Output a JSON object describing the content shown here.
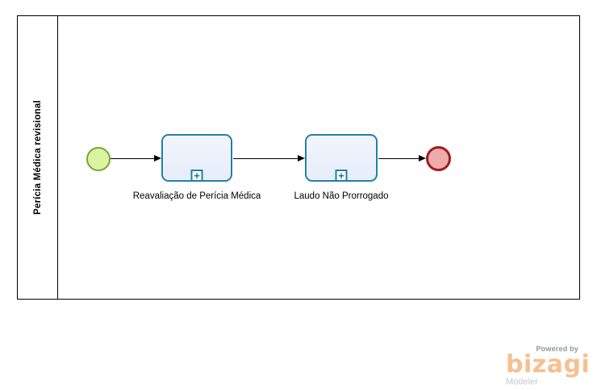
{
  "diagram": {
    "pool": {
      "lane_label": "Perícia Médica revisional"
    },
    "nodes": [
      {
        "id": "start",
        "type": "start-event"
      },
      {
        "id": "task1",
        "type": "collapsed-subprocess",
        "label": "Reavaliação de Perícia Médica"
      },
      {
        "id": "task2",
        "type": "collapsed-subprocess",
        "label": "Laudo Não Prorrogado"
      },
      {
        "id": "end",
        "type": "end-event"
      }
    ],
    "flows": [
      {
        "from": "start",
        "to": "task1"
      },
      {
        "from": "task1",
        "to": "task2"
      },
      {
        "from": "task2",
        "to": "end"
      }
    ],
    "icons": {
      "subprocess_plus": "+"
    },
    "colors": {
      "task_fill": "#E8EDF9",
      "task_border": "#1E7FAA",
      "start_fill": "#DDF3A1",
      "start_border": "#71A933",
      "end_fill": "#EEABAB",
      "end_border": "#A01C20",
      "connector": "#000000"
    }
  },
  "branding": {
    "powered_by": "Powered by",
    "brand": "bizagi",
    "product": "Modeler",
    "brand_color": "#F6C091"
  }
}
